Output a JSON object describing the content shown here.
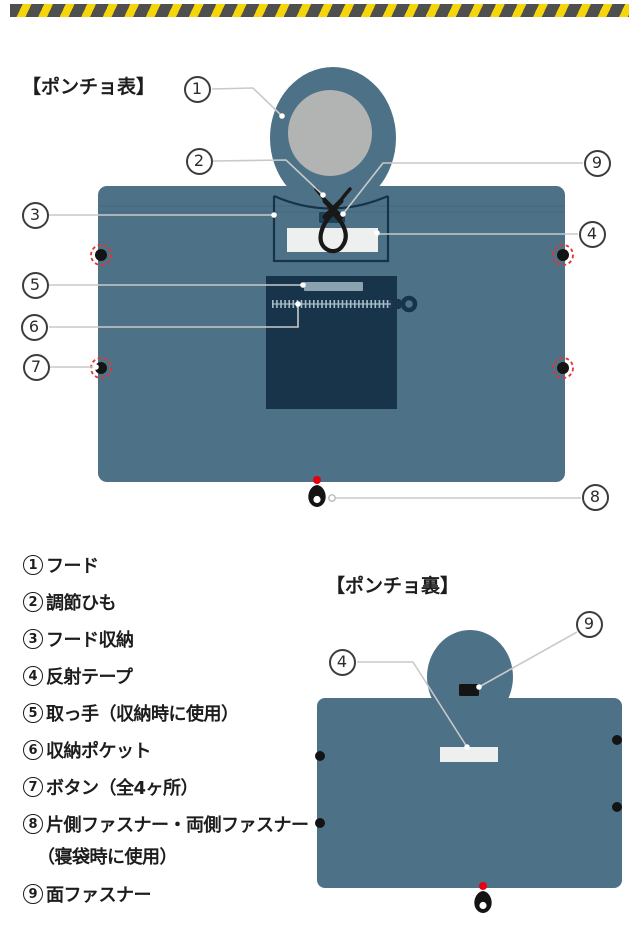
{
  "front": {
    "title": "【ポンチョ表】",
    "callouts": [
      {
        "num": "1"
      },
      {
        "num": "2"
      },
      {
        "num": "3"
      },
      {
        "num": "4"
      },
      {
        "num": "5"
      },
      {
        "num": "6"
      },
      {
        "num": "7"
      },
      {
        "num": "8"
      },
      {
        "num": "9"
      }
    ]
  },
  "back": {
    "title": "【ポンチョ裏】",
    "callouts": [
      {
        "num": "4"
      },
      {
        "num": "9"
      }
    ]
  },
  "legend": {
    "items": [
      {
        "num": "1",
        "text": "フード"
      },
      {
        "num": "2",
        "text": "調節ひも"
      },
      {
        "num": "3",
        "text": "フード収納"
      },
      {
        "num": "4",
        "text": "反射テープ"
      },
      {
        "num": "5",
        "text": "取っ手（収納時に使用）"
      },
      {
        "num": "6",
        "text": "収納ポケット"
      },
      {
        "num": "7",
        "text": "ボタン（全4ヶ所）"
      },
      {
        "num": "8",
        "text": "片側ファスナー・両側ファスナー",
        "note": "（寝袋時に使用）"
      },
      {
        "num": "9",
        "text": "面ファスナー"
      }
    ]
  },
  "colors": {
    "poncho_body": "#4d7287",
    "pocket_navy": "#18344a",
    "hood_opening_gray": "#b2b3b3",
    "reflective_tape": "#eef0f0",
    "cord_black": "#181818",
    "accent_red": "#e60012",
    "button_dashed_red": "#e5332d",
    "leader_gray": "#c9c9c9",
    "stripe_yellow": "#f5d60a",
    "stripe_dark": "#4f4f50"
  }
}
